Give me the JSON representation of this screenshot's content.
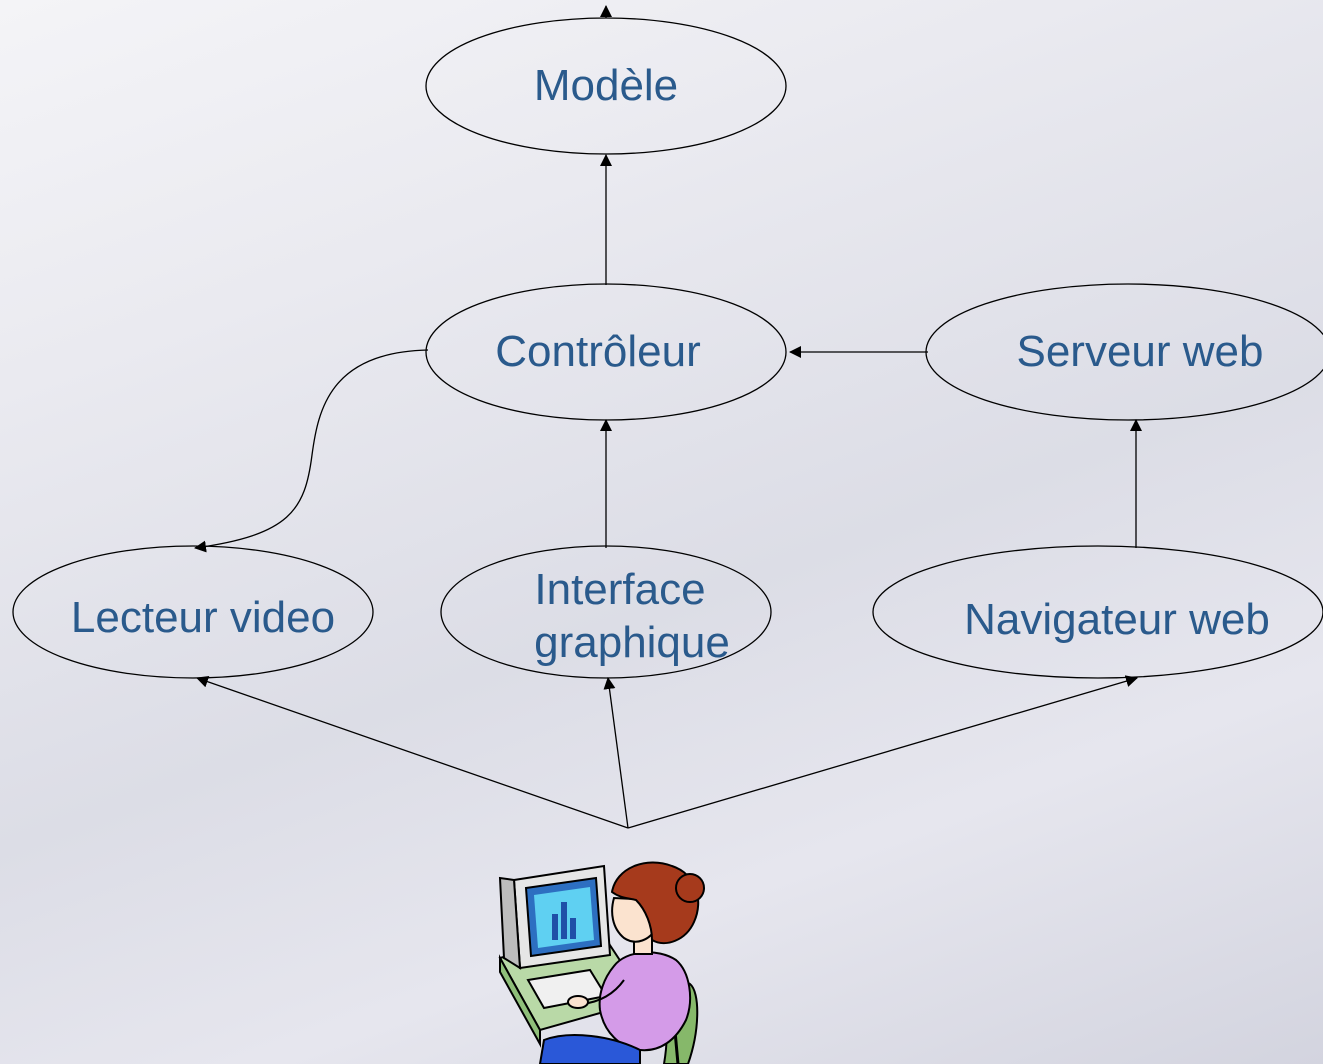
{
  "diagram": {
    "nodes": {
      "modele": {
        "label": "Modèle"
      },
      "controleur": {
        "label": "Contrôleur"
      },
      "serveur_web": {
        "label": "Serveur web"
      },
      "lecteur_video": {
        "label": "Lecteur video"
      },
      "interface_graphique": {
        "label_line1": "Interface",
        "label_line2": "graphique"
      },
      "navigateur_web": {
        "label": "Navigateur web"
      }
    },
    "edges": [
      {
        "from": "controleur",
        "to": "modele"
      },
      {
        "from": "serveur_web",
        "to": "controleur"
      },
      {
        "from": "controleur",
        "to": "lecteur_video"
      },
      {
        "from": "interface_graphique",
        "to": "controleur"
      },
      {
        "from": "navigateur_web",
        "to": "serveur_web"
      },
      {
        "from": "user",
        "to": "lecteur_video"
      },
      {
        "from": "user",
        "to": "interface_graphique"
      },
      {
        "from": "user",
        "to": "navigateur_web"
      }
    ],
    "user_illustration": "person-at-computer-icon"
  }
}
